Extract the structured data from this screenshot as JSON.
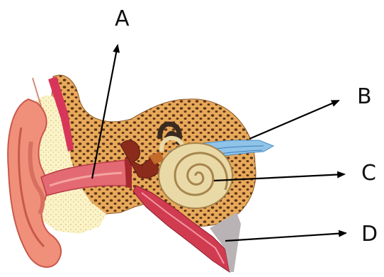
{
  "diagram": {
    "labels": {
      "a": "A",
      "b": "B",
      "c": "C",
      "d": "D"
    },
    "colors": {
      "outer_ear": "#f0907a",
      "outer_ear_edge": "#c9584a",
      "bone": "#e8a95a",
      "bone_dots": "#5a3418",
      "canal": "#e36a73",
      "muscle": "#d8355a",
      "cochlea": "#e9d9a6",
      "cochlea_edge": "#a6854d",
      "nerve": "#8fc3e8",
      "tube": "#d13b50",
      "cartilage": "#fbf3c8",
      "arrow": "#000000"
    }
  }
}
